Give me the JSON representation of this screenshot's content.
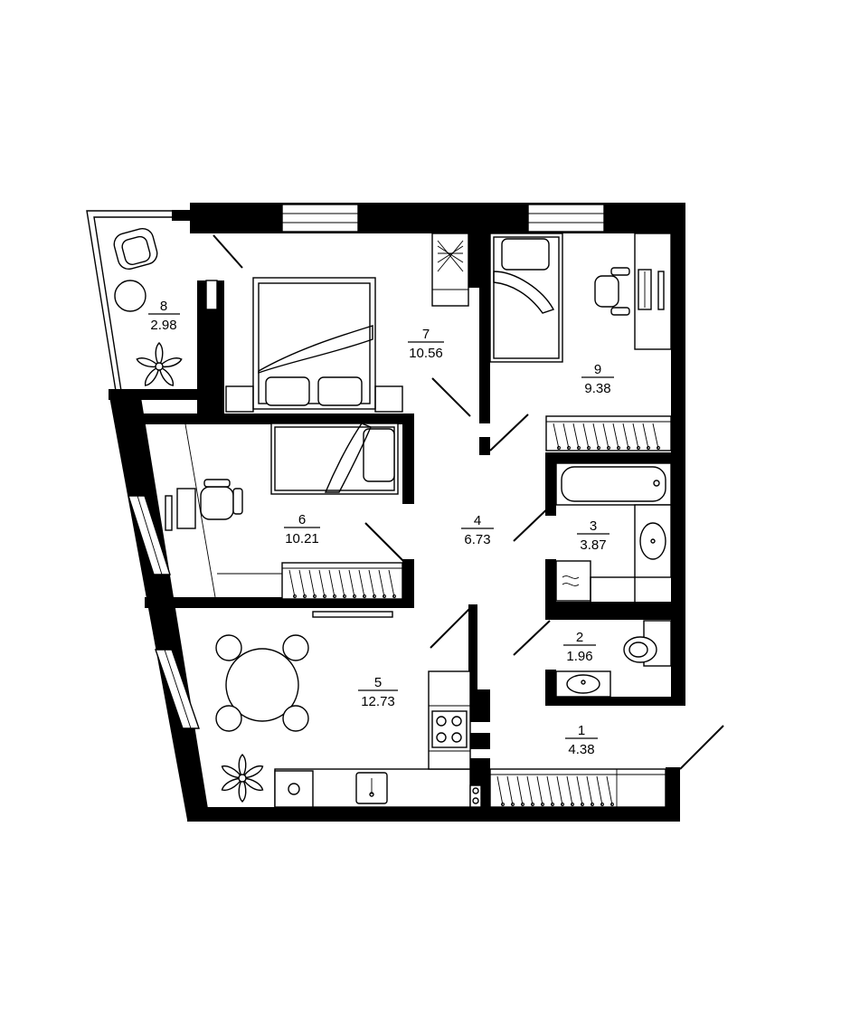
{
  "rooms": [
    {
      "id": "1",
      "number": "1",
      "area": "4.38"
    },
    {
      "id": "2",
      "number": "2",
      "area": "1.96"
    },
    {
      "id": "3",
      "number": "3",
      "area": "3.87"
    },
    {
      "id": "4",
      "number": "4",
      "area": "6.73"
    },
    {
      "id": "5",
      "number": "5",
      "area": "12.73"
    },
    {
      "id": "6",
      "number": "6",
      "area": "10.21"
    },
    {
      "id": "7",
      "number": "7",
      "area": "10.56"
    },
    {
      "id": "8",
      "number": "8",
      "area": "2.98"
    },
    {
      "id": "9",
      "number": "9",
      "area": "9.38"
    }
  ]
}
